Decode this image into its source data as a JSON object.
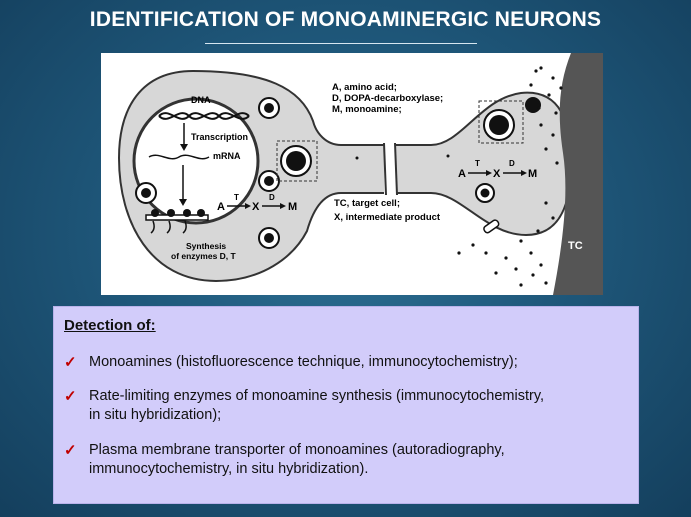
{
  "slide": {
    "title": "IDENTIFICATION OF MONOAMINERGIC NEURONS"
  },
  "diagram": {
    "dna": "DNA",
    "transcription": "Transcription",
    "mrna": "mRNA",
    "synthesis_line1": "Synthesis",
    "synthesis_line2": "of enzymes D, T",
    "legend_top": [
      "A, amino acid;",
      "D, DOPA-decarboxylase;",
      "M, monoamine;"
    ],
    "legend_bottom": [
      "TC, target cell;",
      "X, intermediate product"
    ],
    "pathway": {
      "a": "A",
      "t": "T",
      "x": "X",
      "d": "D",
      "m": "M"
    },
    "target_cell": "TC"
  },
  "detection": {
    "heading": "Detection of:",
    "check_glyph": "✓",
    "items": [
      {
        "line1": "Monoamines (histofluorescence technique, immunocytochemistry);",
        "line2": ""
      },
      {
        "line1": "Rate-limiting enzymes of monoamine synthesis (immunocytochemistry,",
        "line2": "in situ hybridization);"
      },
      {
        "line1": "Plasma membrane transporter of monoamines (autoradiography,",
        "line2": "immunocytochemistry, in situ hybridization)."
      }
    ]
  }
}
